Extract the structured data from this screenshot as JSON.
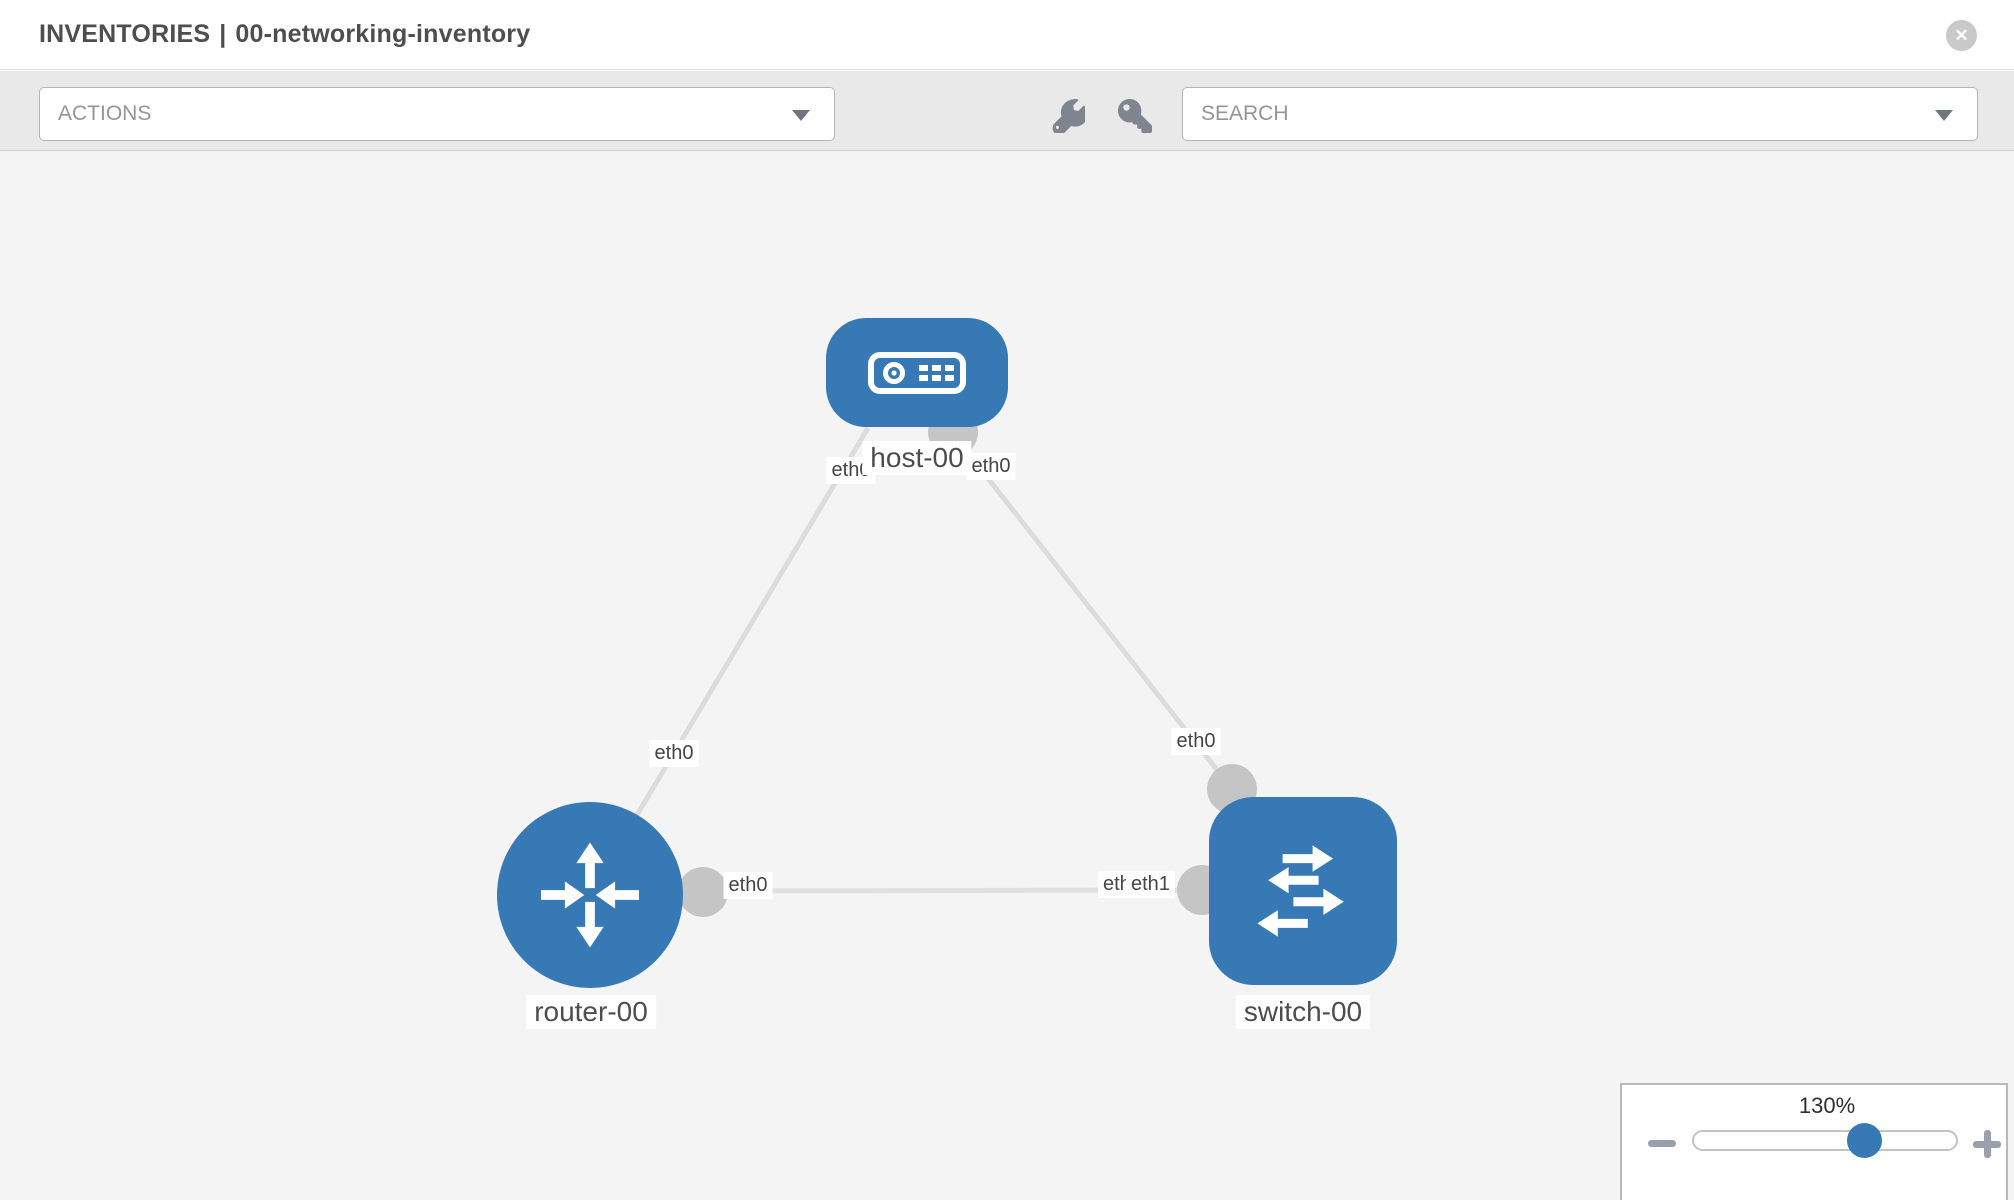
{
  "header": {
    "title": "INVENTORIES",
    "title_separator": "|",
    "inventory_name": "00-networking-inventory",
    "close_glyph": "✕"
  },
  "toolbar": {
    "actions_placeholder": "ACTIONS",
    "search_placeholder": "SEARCH",
    "icon_buttons": [
      "wrench-icon",
      "key-icon"
    ]
  },
  "canvas": {
    "nodes": [
      {
        "id": "host-00",
        "label": "host-00",
        "icon": "server-icon"
      },
      {
        "id": "router-00",
        "label": "router-00",
        "icon": "router-arrows-icon"
      },
      {
        "id": "switch-00",
        "label": "switch-00",
        "icon": "switch-arrows-icon"
      }
    ],
    "edges": [
      {
        "from": "host-00",
        "to": "router-00",
        "from_interface": "eth0",
        "to_interface": "eth0"
      },
      {
        "from": "host-00",
        "to": "switch-00",
        "from_interface": "eth0",
        "to_interface": "eth0"
      },
      {
        "from": "router-00",
        "to": "switch-00",
        "from_interface": "eth0",
        "to_interface": "eth1"
      }
    ],
    "edge_labels": {
      "host_router_at_host": "eth0",
      "host_router_at_router": "eth0",
      "host_switch_at_host": "eth0",
      "host_switch_at_switch": "eth0",
      "router_switch_at_router": "eth0",
      "router_switch_at_switch_under": "eth0",
      "router_switch_at_switch": "eth1"
    }
  },
  "zoom_control": {
    "value": "130%"
  },
  "colors": {
    "node_blue": "#3679b5",
    "edge_gray": "#dcdcdc",
    "interface_gray": "#c5c5c5",
    "canvas_bg": "#f4f4f4",
    "toolbar_bg": "#e9e9e9",
    "icon_gray": "#7e858f"
  }
}
